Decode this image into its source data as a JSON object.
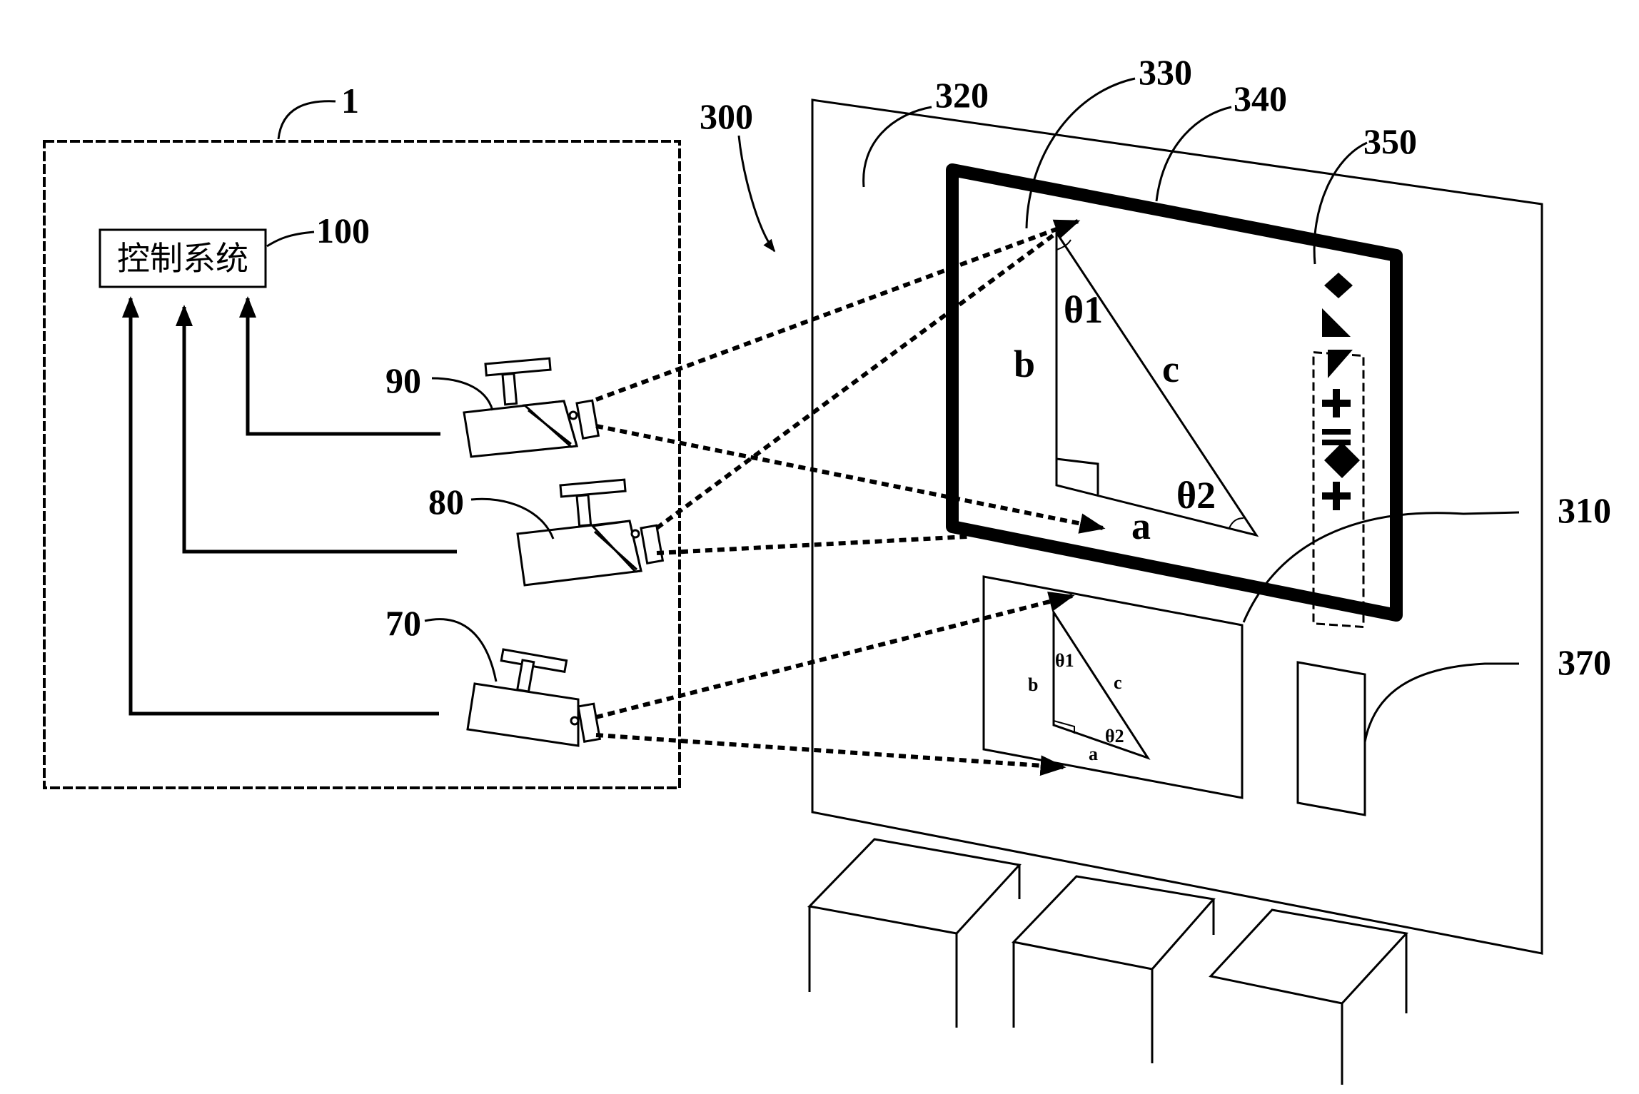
{
  "labels": {
    "system": "1",
    "control_ref": "100",
    "control_text": "控制系统",
    "projector_90": "90",
    "projector_80": "80",
    "projector_70": "70",
    "display_system": "300",
    "wall": "320",
    "board": "330",
    "frame": "340",
    "toolbar": "350",
    "lower_screen": "310",
    "panel": "370"
  },
  "large_triangle": {
    "angle_top": "θ1",
    "side_b": "b",
    "side_c": "c",
    "angle_bottom": "θ2",
    "side_a": "a"
  },
  "small_triangle": {
    "angle_top": "θ1",
    "side_b": "b",
    "side_c": "c",
    "angle_bottom": "θ2",
    "side_a": "a"
  },
  "toolbar_icons": [
    "diamond-icon",
    "right-triangle-icon",
    "triangle-icon",
    "plus-icon",
    "equals-icon",
    "diamond-icon",
    "plus-icon"
  ]
}
